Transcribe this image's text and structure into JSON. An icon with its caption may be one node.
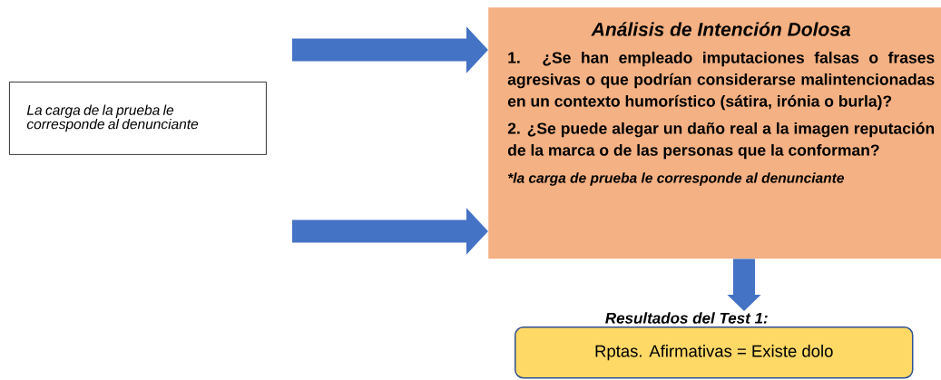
{
  "diagram": {
    "nodes": [
      {
        "text": [
          "La carga de la prueba le corresponde al denunciante"
        ]
      },
      {
        "text": [
          "Análisis de Intención Dolosa",
          "1. ¿Se han empleado imputaciones falsas o frases agresivas o que podrían considerarse malintencionadas en un contexto humorístico (sátira, irónia o burla)?",
          "2. ¿Se puede alegar un daño real a la imagen reputación de la marca o de las personas que la conforman?",
          "*la carga de prueba le corresponde al denunciante"
        ]
      },
      {
        "text": [
          "Resultados del Test 1:",
          "Rptas. Afirmativas = Existe dolo"
        ]
      }
    ],
    "edges": [
      {
        "from": null,
        "to": 1,
        "arrow": "to"
      },
      {
        "from": null,
        "to": 1,
        "arrow": "to"
      },
      {
        "from": 1,
        "to": 2,
        "arrow": "to"
      }
    ]
  }
}
